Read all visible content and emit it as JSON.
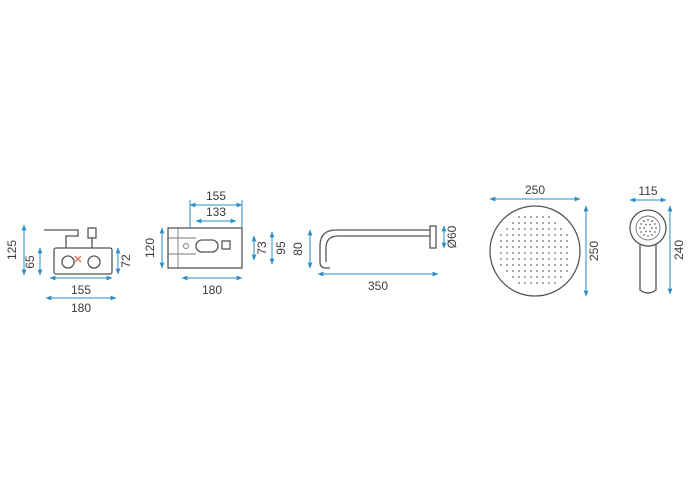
{
  "colors": {
    "dimension": "#2a8fc8",
    "outline": "#555555",
    "text": "#3a3a3a",
    "accent": "#e07a5f"
  },
  "mixer_body": {
    "height_total": "125",
    "height_inner": "65",
    "height_side": "72",
    "width_inner": "155",
    "width_outer": "180"
  },
  "mixer_box": {
    "width_top": "155",
    "width_inner": "133",
    "height_left": "120",
    "height_right_inner": "73",
    "height_right_outer": "95",
    "width_bottom": "180"
  },
  "spout": {
    "height": "80",
    "diameter": "Ø60",
    "length": "350"
  },
  "head_shower": {
    "width": "250",
    "height": "250"
  },
  "hand_shower": {
    "width": "115",
    "height": "240"
  }
}
